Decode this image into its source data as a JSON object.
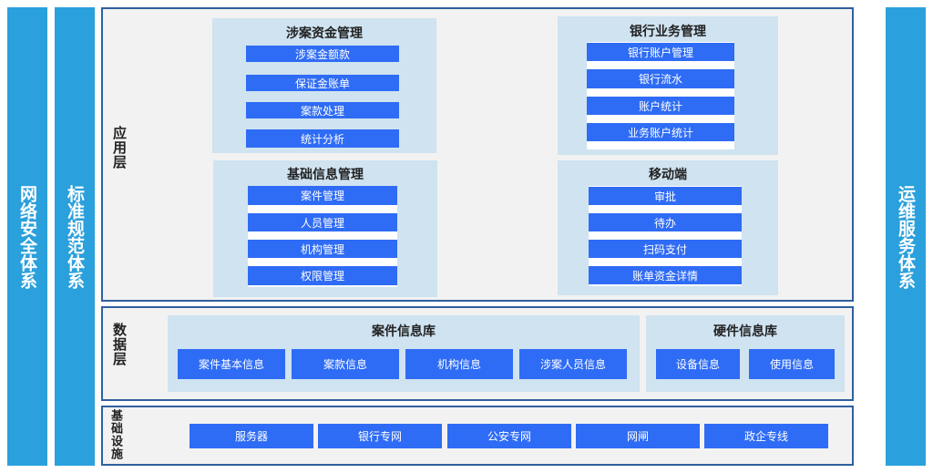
{
  "side": {
    "left1": "网络安全体系",
    "left2": "标准规范体系",
    "right": "运维服务体系"
  },
  "layers": {
    "app": "应用层",
    "data": "数据层",
    "infra": "基础设施"
  },
  "app": {
    "funds": {
      "title": "涉案资金管理",
      "items": [
        "涉案金额款",
        "保证金账单",
        "案款处理",
        "统计分析"
      ]
    },
    "bank": {
      "title": "银行业务管理",
      "items": [
        "银行账户管理",
        "银行流水",
        "账户统计",
        "业务账户统计"
      ]
    },
    "basic": {
      "title": "基础信息管理",
      "items": [
        "案件管理",
        "人员管理",
        "机构管理",
        "权限管理"
      ]
    },
    "mobile": {
      "title": "移动端",
      "items": [
        "审批",
        "待办",
        "扫码支付",
        "账单资金详情"
      ]
    }
  },
  "data": {
    "case": {
      "title": "案件信息库",
      "items": [
        "案件基本信息",
        "案款信息",
        "机构信息",
        "涉案人员信息"
      ]
    },
    "hw": {
      "title": "硬件信息库",
      "items": [
        "设备信息",
        "使用信息"
      ]
    }
  },
  "infra": {
    "items": [
      "服务器",
      "银行专网",
      "公安专网",
      "网闸",
      "政企专线"
    ]
  },
  "colors": {
    "side_bar": "#2aa0dc",
    "item": "#2f6cf5",
    "panel": "#cfe3f1",
    "border": "#2f5f9e"
  }
}
